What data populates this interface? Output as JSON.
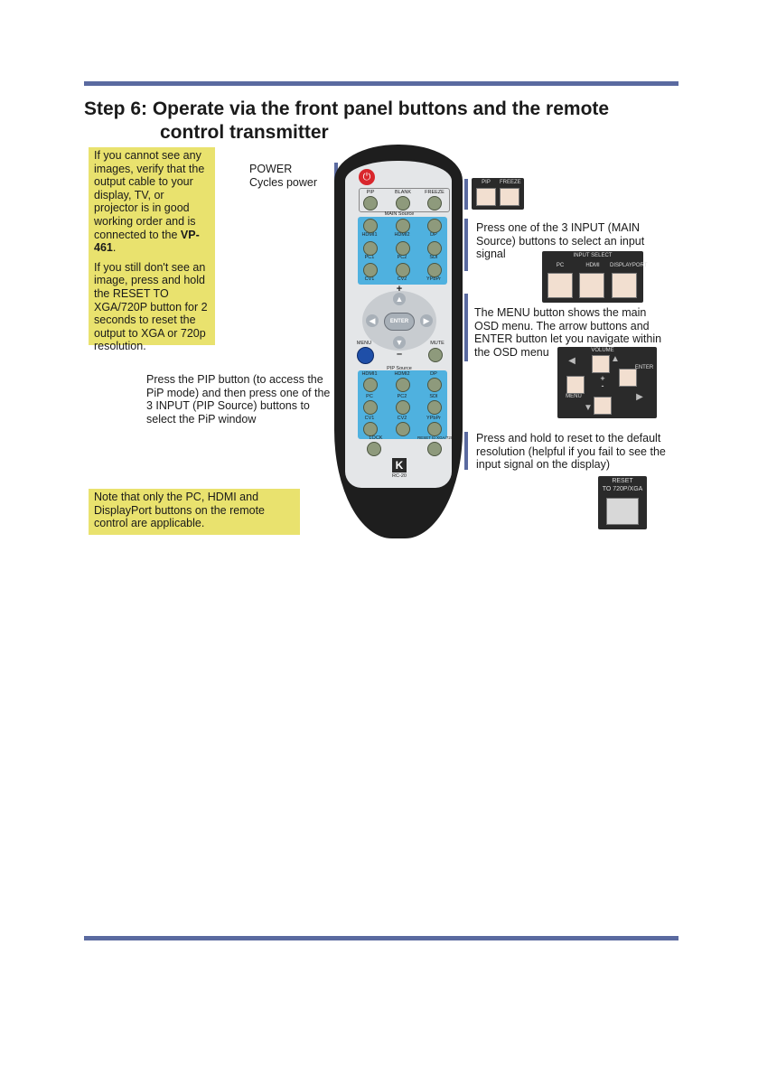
{
  "title": {
    "line1": "Step 6: Operate via the front panel buttons and the remote",
    "line2": "control transmitter"
  },
  "notes": {
    "top_p1_prefix": "If you cannot see any images, verify that the output cable to your display, TV, or projector is in good working order and is connected to the ",
    "top_p1_model": "VP-461",
    "top_p1_suffix": ".",
    "top_p2": "If you still don't see an image, press and hold the RESET TO XGA/720P button for 2 seconds to reset the output to XGA or 720p resolution.",
    "bottom": "Note that only the PC, HDMI and DisplayPort buttons on the remote control are applicable."
  },
  "captions": {
    "power_title": "POWER",
    "power_desc": "Cycles power",
    "input": "Press one of the 3 INPUT (MAIN Source) buttons to select an input signal",
    "menu": "The MENU button shows the main OSD menu. The arrow buttons and ENTER button let you navigate within the OSD menu",
    "pip": "Press  the PIP button (to access the PiP mode) and then press one of the 3 INPUT (PIP Source) buttons to select the PiP window",
    "reset": "Press and hold to reset to the default resolution (helpful if you fail to see the input signal on the display)"
  },
  "remote": {
    "top_row": [
      "PIP",
      "BLANK",
      "FREEZE"
    ],
    "main_source_label": "MAIN Source",
    "main_rows": [
      [
        "HDMI1",
        "HDMI2",
        "DP"
      ],
      [
        "PC1",
        "PC2",
        "SDI"
      ],
      [
        "CV1",
        "CV2",
        "YPbPr"
      ]
    ],
    "pip_source_label": "PIP Source",
    "pip_rows": [
      [
        "HDMI1",
        "HDMI2",
        "DP"
      ],
      [
        "PC",
        "PC2",
        "SDI"
      ],
      [
        "CV1",
        "CV2",
        "YPbPr"
      ]
    ],
    "plus": "+",
    "minus": "–",
    "enter": "ENTER",
    "menu": "MENU",
    "mute": "MUTE",
    "lock": "LOCK",
    "reset": "RESET to XGA/720P",
    "model": "RC-20"
  },
  "panels": {
    "pip_freeze": [
      "PIP",
      "FREEZE"
    ],
    "input_select_title": "INPUT SELECT",
    "input_select": [
      "PC",
      "HDMI",
      "DISPLAYPORT"
    ],
    "volume": "VOLUME",
    "enter": "ENTER",
    "menu": "MENU",
    "plus": "+",
    "minus": "-",
    "reset_line1": "RESET",
    "reset_line2": "TO 720P/XGA"
  },
  "colors": {
    "rule": "#5a6aa0",
    "note_bg": "#e9e26e",
    "remote_blue": "#4fb1df",
    "power": "#d9262c",
    "menu_button": "#1f4fa8"
  }
}
